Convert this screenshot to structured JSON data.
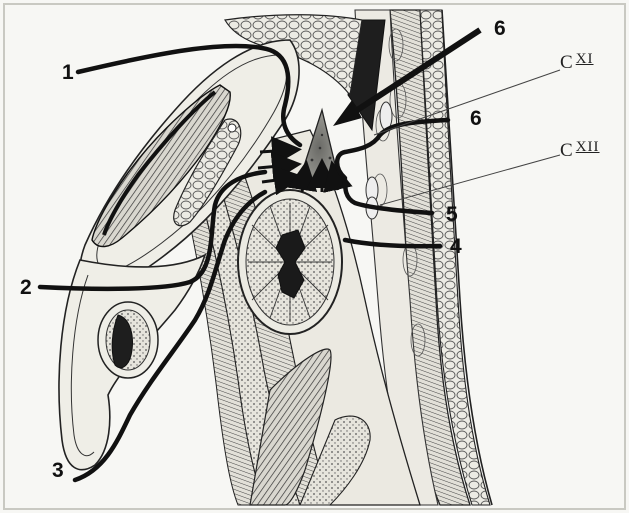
{
  "labels": {
    "l1": "1",
    "l2": "2",
    "l3": "3",
    "l4": "4",
    "l5": "5",
    "l6_top": "6",
    "l6_right": "6"
  },
  "vertebrae": {
    "c11": {
      "prefix": "C",
      "numeral": "XI"
    },
    "c12": {
      "prefix": "C",
      "numeral": "XII"
    }
  },
  "colors": {
    "ink": "#111111",
    "background": "#f7f7f4",
    "tissue": "#e8e6de"
  }
}
